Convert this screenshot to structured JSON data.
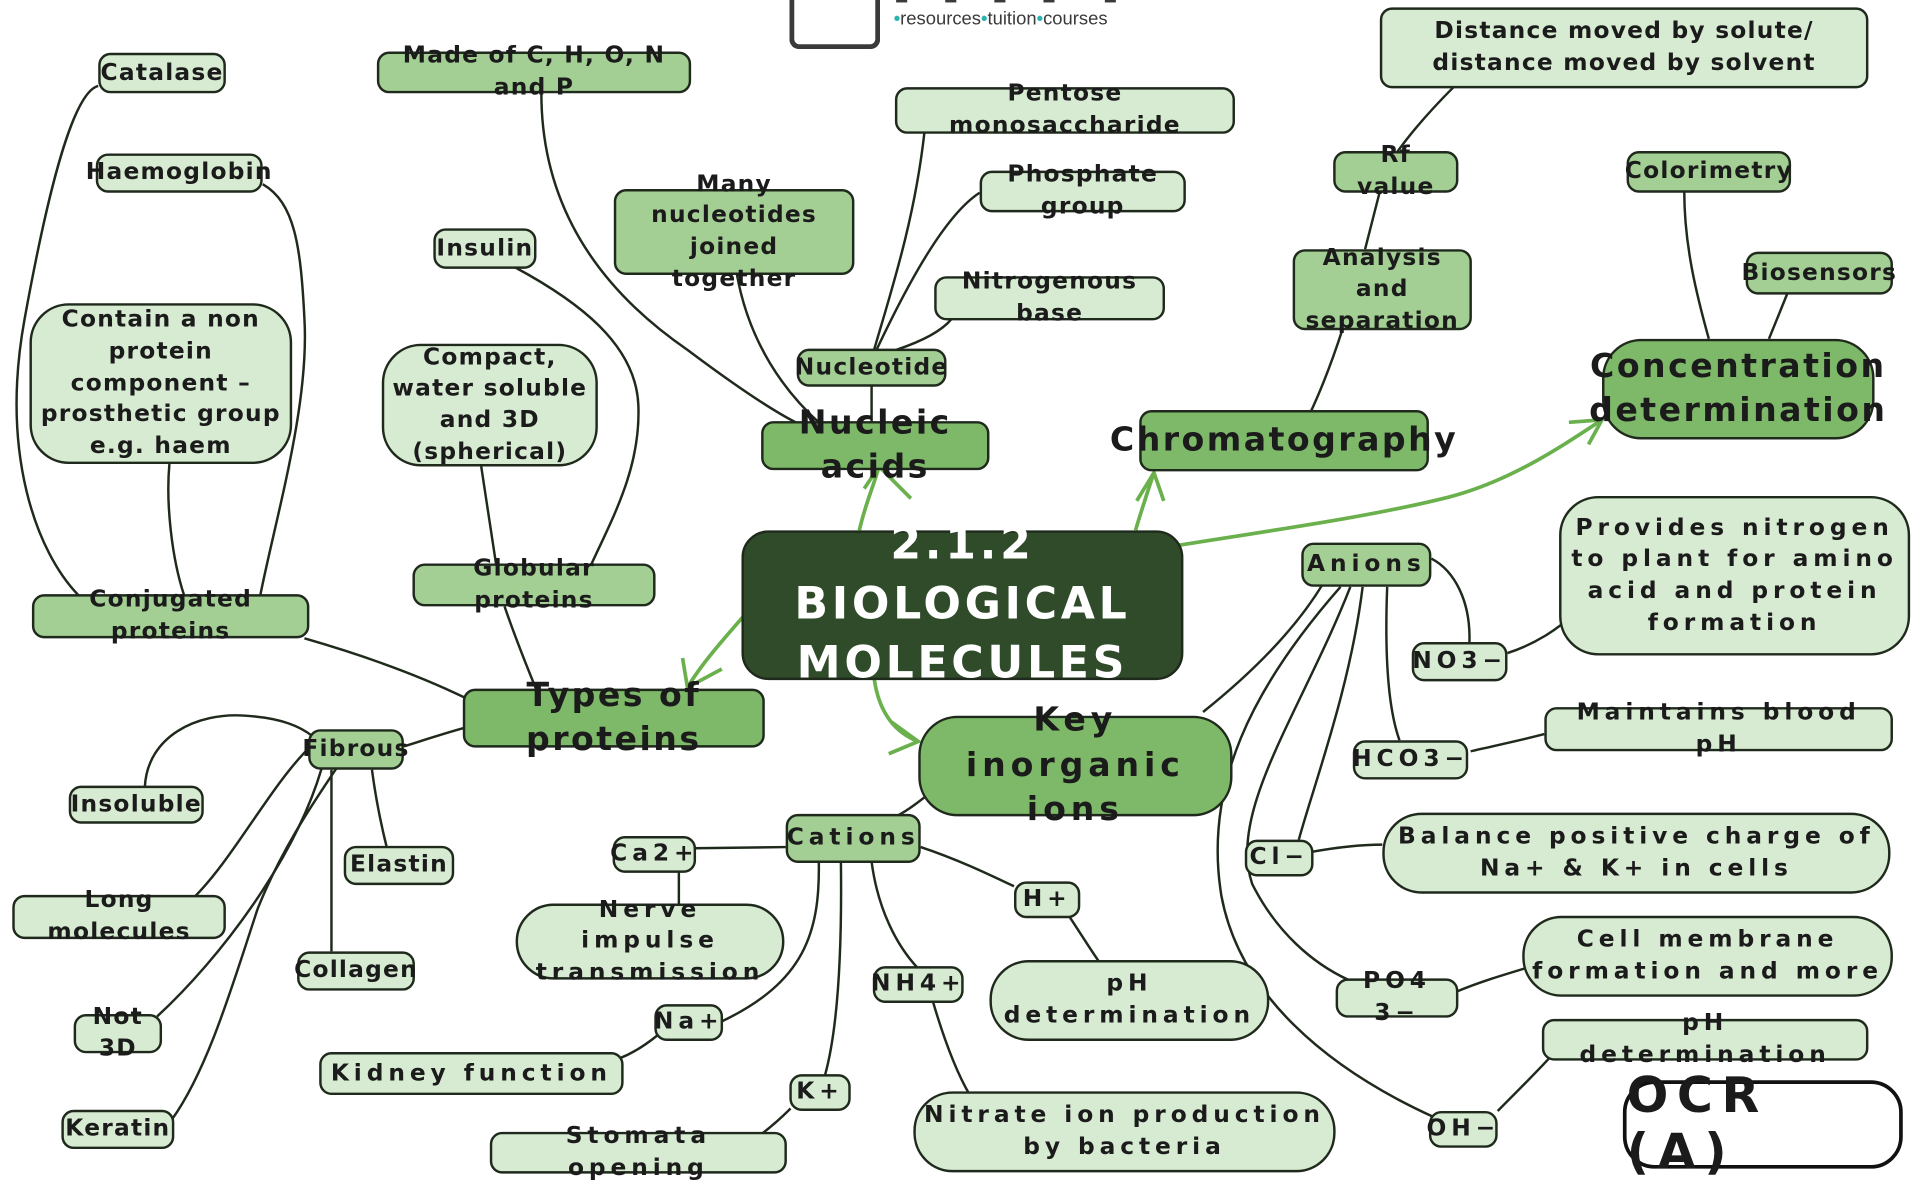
{
  "logo": {
    "tagline_1": "resources",
    "tagline_2": "tuition",
    "tagline_3": "courses",
    "accent_color": "#2bb3b3"
  },
  "badge": "OCR (A)",
  "colors": {
    "root": "#2f4b2a",
    "branch": "#7db968",
    "sub": "#a4cf94",
    "leaf": "#d7ebd2",
    "arrow": "#6ab04c"
  },
  "root": {
    "line1": "2.1.2 BIOLOGICAL",
    "line2": "MOLECULES"
  },
  "branches": {
    "nucleic_acids": "Nucleic acids",
    "chromatography": "Chromatography",
    "concentration": "Concentration determination",
    "types_of_proteins": "Types of proteins",
    "key_inorganic_ions": "Key inorganic ions"
  },
  "nucleic": {
    "made_of": "Made of C, H, O, N and P",
    "many_nucleotides": "Many nucleotides joined together",
    "nucleotide": "Nucleotide",
    "pentose": "Pentose monosaccharide",
    "phosphate": "Phosphate group",
    "nitrogenous": "Nitrogenous base"
  },
  "chromatography": {
    "distance": "Distance moved by solute/ distance moved by solvent",
    "rf": "Rf value",
    "analysis": "Analysis and separation"
  },
  "concentration": {
    "colorimetry": "Colorimetry",
    "biosensors": "Biosensors"
  },
  "proteins": {
    "catalase": "Catalase",
    "haemoglobin": "Haemoglobin",
    "prosthetic": "Contain a non protein component – prosthetic group e.g. haem",
    "conjugated": "Conjugated proteins",
    "insulin": "Insulin",
    "compact": "Compact, water soluble and 3D (spherical)",
    "globular": "Globular proteins",
    "fibrous": "Fibrous",
    "insoluble": "Insoluble",
    "elastin": "Elastin",
    "long_molecules": "Long molecules",
    "collagen": "Collagen",
    "not_3d": "Not 3D",
    "keratin": "Keratin"
  },
  "ions": {
    "cations": "Cations",
    "ca": "Ca2+",
    "nerve": "Nerve impulse transmission",
    "na": "Na+",
    "kidney": "Kidney function",
    "k": "K+",
    "stomata": "Stomata opening",
    "nh4": "NH4+",
    "nitrate": "Nitrate ion production by bacteria",
    "h": "H+",
    "ph_det": "pH determination",
    "anions": "Anions",
    "no3": "NO3−",
    "nitrogen": "Provides nitrogen to plant for amino acid and protein formation",
    "hco3": "HCO3−",
    "blood_ph": "Maintains blood pH",
    "cl": "Cl−",
    "balance": "Balance positive charge of Na+ & K+ in cells",
    "po4": "PO4 3−",
    "membrane": "Cell membrane formation and more",
    "oh": "OH−",
    "oh_ph": "pH determination"
  }
}
